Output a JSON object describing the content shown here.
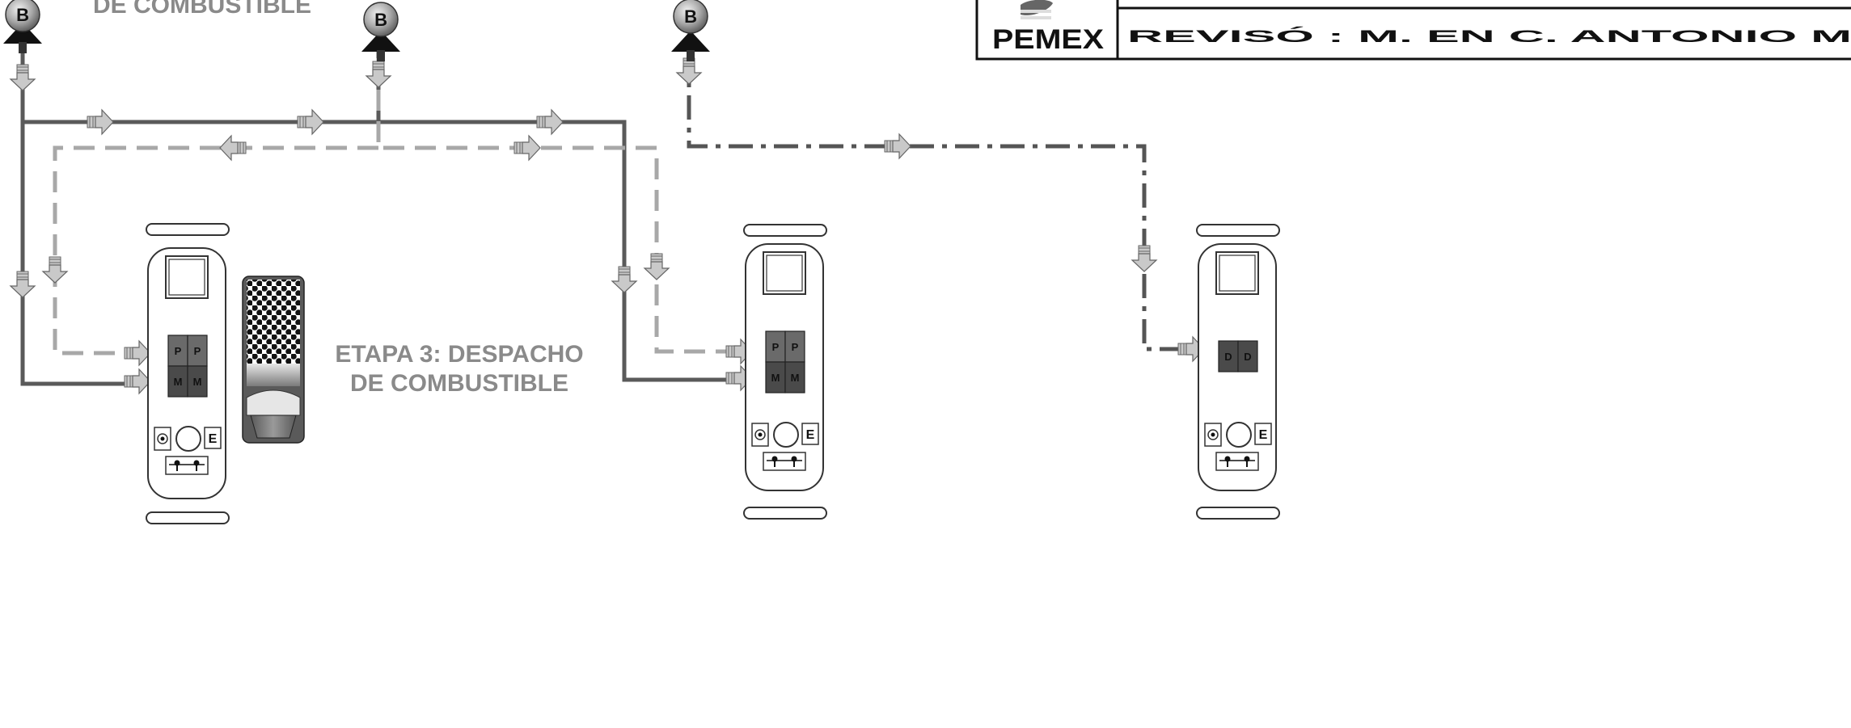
{
  "stage_label": {
    "line1": "ETAPA 3: DESPACHO",
    "line2": "DE COMBUSTIBLE"
  },
  "top_cut_label": "DE COMBUSTIBLE",
  "pumps": [
    {
      "label": "B"
    },
    {
      "label": "B"
    },
    {
      "label": "B"
    }
  ],
  "dispensers": [
    {
      "nozzles": [
        "P",
        "P",
        "M",
        "M"
      ]
    },
    {
      "nozzles": [
        "P",
        "P",
        "M",
        "M"
      ]
    },
    {
      "nozzles": [
        "D",
        "D"
      ]
    }
  ],
  "dispenser_button_label": "E",
  "title_block": {
    "logo_text": "PEMEX",
    "reviewer": "REVISÓ : M. EN C. ANTONIO M"
  },
  "colors": {
    "solid_line": "#5a5a5a",
    "dashed_line": "#a8a8a8",
    "dashdot_line": "#555555",
    "nozzle_dark": "#4a4a4a",
    "nozzle_mid": "#6a6a6a",
    "label_gray": "#8a8a8a"
  }
}
